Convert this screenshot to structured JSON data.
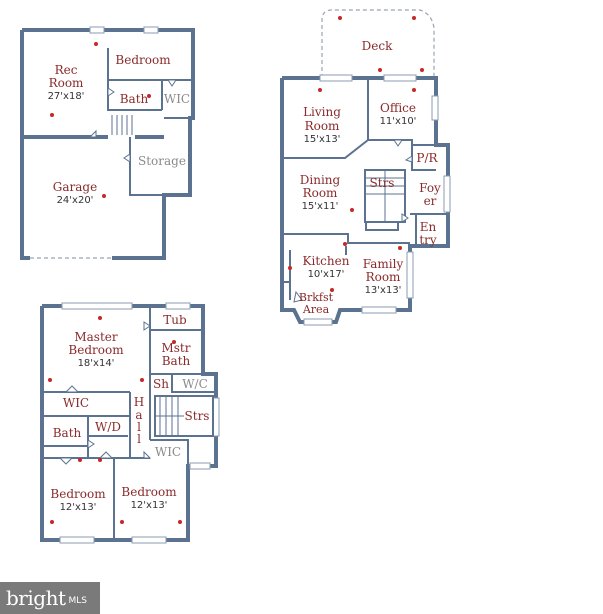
{
  "colors": {
    "wall": "#5b7390",
    "room_label": "#8a2a2a",
    "fixture_dot": "#c62828",
    "logo_bg": "#7a7a7a"
  },
  "lower_level": {
    "rec_room": {
      "name_line1": "Rec",
      "name_line2": "Room",
      "size": "27'x18'"
    },
    "bedroom": {
      "name": "Bedroom"
    },
    "bath": {
      "name": "Bath"
    },
    "wic": {
      "name": "WIC"
    },
    "storage": {
      "name": "Storage"
    },
    "garage": {
      "name": "Garage",
      "size": "24'x20'"
    }
  },
  "main_level": {
    "deck": {
      "name": "Deck"
    },
    "living_room": {
      "name_line1": "Living",
      "name_line2": "Room",
      "size": "15'x13'"
    },
    "office": {
      "name": "Office",
      "size": "11'x10'"
    },
    "powder_room": {
      "name": "P/R"
    },
    "dining_room": {
      "name_line1": "Dining",
      "name_line2": "Room",
      "size": "15'x11'"
    },
    "stairs": {
      "name": "Strs"
    },
    "foyer": {
      "name_line1": "Foy",
      "name_line2": "er"
    },
    "entry": {
      "name_line1": "En",
      "name_line2": "try"
    },
    "kitchen": {
      "name": "Kitchen",
      "size": "10'x17'"
    },
    "family_room": {
      "name_line1": "Family",
      "name_line2": "Room",
      "size": "13'x13'"
    },
    "breakfast": {
      "name_line1": "Brkfst",
      "name_line2": "Area"
    }
  },
  "upper_level": {
    "master_bedroom": {
      "name_line1": "Master",
      "name_line2": "Bedroom",
      "size": "18'x14'"
    },
    "tub": {
      "name": "Tub"
    },
    "master_bath": {
      "name_line1": "Mstr",
      "name_line2": "Bath"
    },
    "shower": {
      "name": "Sh"
    },
    "water_closet": {
      "name": "W/C"
    },
    "wic": {
      "name": "WIC"
    },
    "hall": {
      "letters": [
        "H",
        "a",
        "l",
        "l"
      ]
    },
    "stairs": {
      "name": "Strs"
    },
    "bath": {
      "name": "Bath"
    },
    "washer_dryer": {
      "name": "W/D"
    },
    "wic2": {
      "name": "WIC"
    },
    "bedroom_left": {
      "name": "Bedroom",
      "size": "12'x13'"
    },
    "bedroom_right": {
      "name": "Bedroom",
      "size": "12'x13'"
    }
  },
  "branding": {
    "logo_text": "bright",
    "logo_suffix": "MLS"
  }
}
